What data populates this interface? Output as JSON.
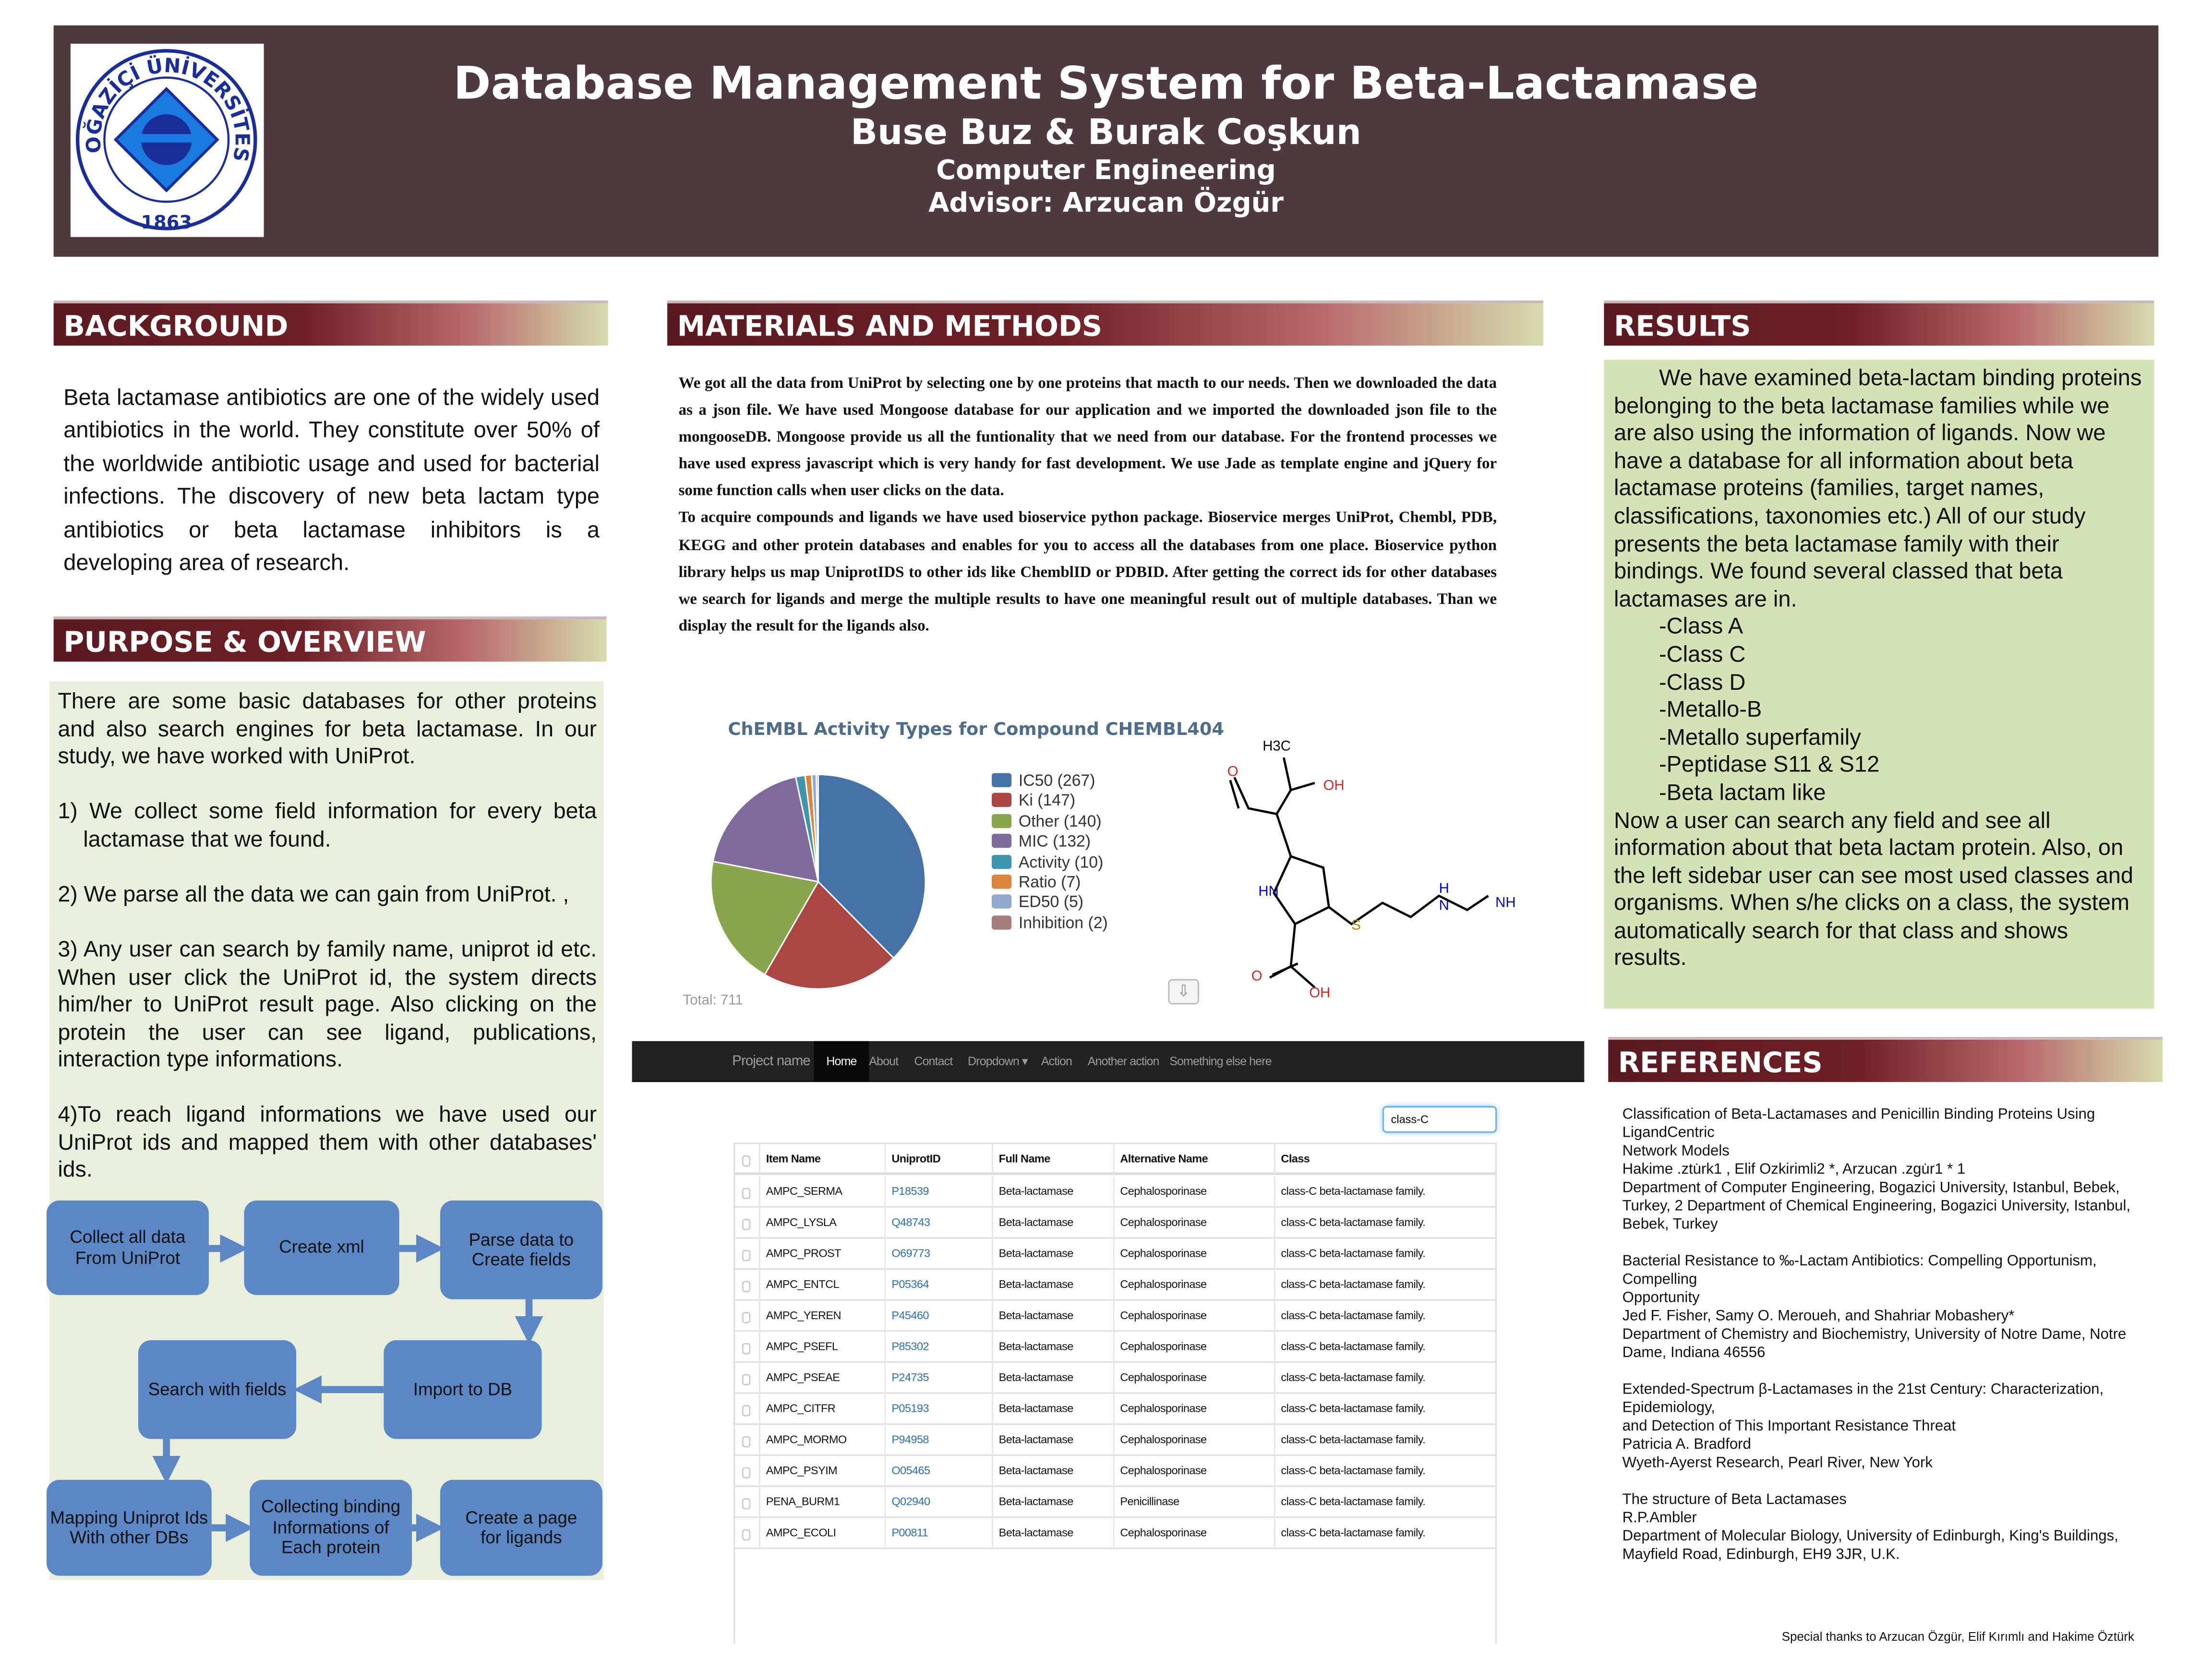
{
  "header": {
    "title": "Database Management System for Beta-Lactamase",
    "authors": "Buse Buz & Burak Coşkun",
    "department": "Computer Engineering",
    "advisor": "Advisor: Arzucan Özgür",
    "logo_text": "BOĞAZİÇİ ÜNİVERSİTESİ",
    "logo_year": "1863"
  },
  "background": {
    "heading": "BACKGROUND",
    "text": "Beta lactamase antibiotics are one of the widely used antibiotics in the world. They constitute over 50% of the worldwide antibiotic usage and used for bacterial infections. The discovery of new beta lactam type antibiotics or beta lactamase inhibitors is a developing area of research."
  },
  "purpose": {
    "heading": "PURPOSE & OVERVIEW",
    "intro": "There are some basic databases for other proteins and also search engines for beta lactamase. In our study, we have worked with UniProt.",
    "p1": "1) We collect some field information for every beta lactamase that we found.",
    "p2": "2) We parse all the data we can gain from UniProt. ,",
    "p3": "3) Any user can search by family name, uniprot id etc. When user click the UniProt id, the system directs him/her to UniProt result page. Also clicking on the protein the user can see ligand, publications, interaction type informations.",
    "p4": "4)To reach ligand informations we have used our UniProt ids and mapped them with other databases' ids.",
    "flow": [
      "Collect all data\nFrom UniProt",
      "Create xml",
      "Parse data to\nCreate fields",
      "Import to DB",
      "Search with fields",
      "Mapping Uniprot Ids\nWith other DBs",
      "Collecting binding\nInformations of\nEach protein",
      "Create a page\nfor ligands"
    ],
    "flow_color": "#5b87c5"
  },
  "methods": {
    "heading": "MATERIALS AND METHODS",
    "p1": "We got all the data from UniProt by selecting one by one proteins that macth to our needs. Then we downloaded the data as a json file. We have used Mongoose database for our application and we imported the downloaded json file to the mongooseDB. Mongoose provide us all the funtionality that we need from our database. For the frontend processes we have used express javascript which is very handy for fast development. We use Jade as template engine and jQuery for some function calls when user clicks on the data.",
    "p2": "To acquire compounds and ligands we have used bioservice python package. Bioservice merges UniProt, Chembl, PDB, KEGG and other protein databases and enables for you to access all the databases from one place. Bioservice python library helps us map UniprotIDS to other ids like ChemblID or PDBID. After getting the correct ids for other databases we search for ligands and merge the multiple results to have one meaningful result out of multiple databases. Than we display the result for the ligands also."
  },
  "chart_data": {
    "type": "pie",
    "title": "ChEMBL Activity Types for Compound CHEMBL404",
    "total_label": "Total: 711",
    "legend_position": "right",
    "slices": [
      {
        "label": "IC50 (267)",
        "name": "IC50",
        "value": 267,
        "color": "#4572a7"
      },
      {
        "label": "Ki (147)",
        "name": "Ki",
        "value": 147,
        "color": "#aa4643"
      },
      {
        "label": "Other (140)",
        "name": "Other",
        "value": 140,
        "color": "#89a54e"
      },
      {
        "label": "MIC (132)",
        "name": "MIC",
        "value": 132,
        "color": "#80699b"
      },
      {
        "label": "Activity (10)",
        "name": "Activity",
        "value": 10,
        "color": "#3d96ae"
      },
      {
        "label": "Ratio (7)",
        "name": "Ratio",
        "value": 7,
        "color": "#db843d"
      },
      {
        "label": "ED50 (5)",
        "name": "ED50",
        "value": 5,
        "color": "#92a8cd"
      },
      {
        "label": "Inhibition (2)",
        "name": "Inhibition",
        "value": 2,
        "color": "#a47d7c"
      }
    ]
  },
  "molecule": {
    "labels": {
      "h3c": "H3C",
      "oh1": "OH",
      "o1": "O",
      "hn": "HN",
      "s": "S",
      "h": "H",
      "n": "N",
      "nh": "NH",
      "o2": "O",
      "oh2": "OH"
    }
  },
  "app": {
    "brand": "Project name",
    "nav": [
      "Home",
      "About",
      "Contact",
      "Dropdown ▾",
      "Action",
      "Another action",
      "Something else here"
    ],
    "search_value": "class-C",
    "columns": [
      "Item Name",
      "UniprotID",
      "Full Name",
      "Alternative Name",
      "Class"
    ],
    "rows": [
      [
        "AMPC_SERMA",
        "P18539",
        "Beta-lactamase",
        "Cephalosporinase",
        "class-C beta-lactamase family."
      ],
      [
        "AMPC_LYSLA",
        "Q48743",
        "Beta-lactamase",
        "Cephalosporinase",
        "class-C beta-lactamase family."
      ],
      [
        "AMPC_PROST",
        "O69773",
        "Beta-lactamase",
        "Cephalosporinase",
        "class-C beta-lactamase family."
      ],
      [
        "AMPC_ENTCL",
        "P05364",
        "Beta-lactamase",
        "Cephalosporinase",
        "class-C beta-lactamase family."
      ],
      [
        "AMPC_YEREN",
        "P45460",
        "Beta-lactamase",
        "Cephalosporinase",
        "class-C beta-lactamase family."
      ],
      [
        "AMPC_PSEFL",
        "P85302",
        "Beta-lactamase",
        "Cephalosporinase",
        "class-C beta-lactamase family."
      ],
      [
        "AMPC_PSEAE",
        "P24735",
        "Beta-lactamase",
        "Cephalosporinase",
        "class-C beta-lactamase family."
      ],
      [
        "AMPC_CITFR",
        "P05193",
        "Beta-lactamase",
        "Cephalosporinase",
        "class-C beta-lactamase family."
      ],
      [
        "AMPC_MORMO",
        "P94958",
        "Beta-lactamase",
        "Cephalosporinase",
        "class-C beta-lactamase family."
      ],
      [
        "AMPC_PSYIM",
        "O05465",
        "Beta-lactamase",
        "Cephalosporinase",
        "class-C beta-lactamase family."
      ],
      [
        "PENA_BURM1",
        "Q02940",
        "Beta-lactamase",
        "Penicillinase",
        "class-C beta-lactamase family."
      ],
      [
        "AMPC_ECOLI",
        "P00811",
        "Beta-lactamase",
        "Cephalosporinase",
        "class-C beta-lactamase family."
      ]
    ]
  },
  "results": {
    "heading": "RESULTS",
    "intro": "We have examined beta-lactam binding proteins belonging to the beta lactamase families while we are also using the information of ligands. Now we have a database for all information about beta lactamase proteins (families, target names, classifications, taxonomies etc.) All of our study presents the beta lactamase family with their bindings. We found several classed that beta lactamases are in.",
    "classes": [
      "-Class A",
      "-Class C",
      "-Class D",
      "-Metallo-B",
      "-Metallo superfamily",
      "-Peptidase S11 & S12",
      "-Beta lactam like"
    ],
    "outro": "Now a user can search any field and see all information about that beta lactam protein. Also, on the left sidebar user can see most used classes and organisms. When s/he clicks on a class, the system automatically search for that class and  shows results."
  },
  "references": {
    "heading": "REFERENCES",
    "items": [
      "Classification of Beta-Lactamases and Penicillin Binding Proteins Using\nLigandCentric\nNetwork Models\nHakime .ztu̇rk1 , Elif Ozkirimli2 *, Arzucan .zgu̇r1 * 1\nDepartment of Computer Engineering, Bogazici University, Istanbul, Bebek, Turkey, 2 Department of Chemical Engineering, Bogazici University, Istanbul, Bebek, Turkey",
      "Bacterial Resistance to ‰-Lactam Antibiotics: Compelling Opportunism, Compelling\nOpportunity\nJed F. Fisher, Samy O. Meroueh, and Shahriar Mobashery*\nDepartment of Chemistry and Biochemistry, University of Notre Dame, Notre Dame, Indiana 46556",
      "Extended-Spectrum β-Lactamases in the 21st Century: Characterization, Epidemiology,\nand Detection of This Important Resistance Threat\nPatricia A. Bradford\nWyeth-Ayerst Research, Pearl River, New York",
      "The structure of Beta Lactamases\nR.P.Ambler\nDepartment of Molecular Biology, University of Edinburgh, King's Buildings, Mayfield Road, Edinburgh, EH9 3JR, U.K."
    ],
    "thanks": "Special thanks to Arzucan Özgür, Elif Kırımlı  and Hakime Öztürk"
  }
}
